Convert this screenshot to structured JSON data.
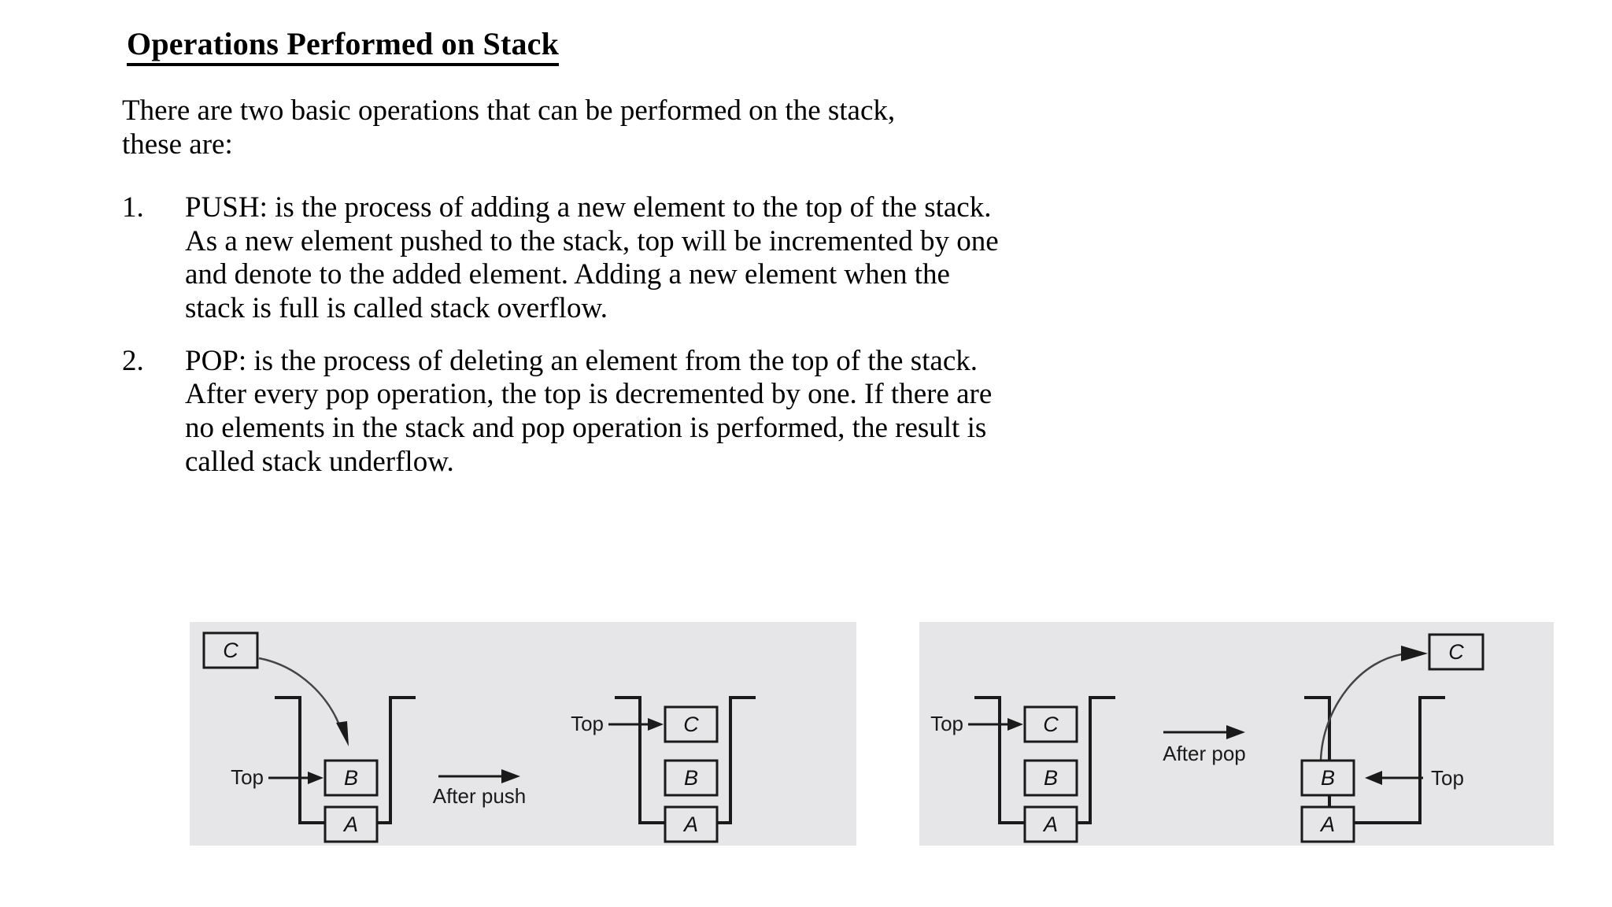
{
  "document": {
    "title": "Operations Performed on Stack",
    "intro_lines": [
      "There are two basic operations that can be performed on the stack,",
      "these are:"
    ],
    "operations": [
      {
        "marker": "1.",
        "lines": [
          " PUSH: is the process of adding a new element to the top of the stack.",
          "As a new element pushed to the stack, top will be incremented by one",
          "and denote to the added element. Adding a new element when the",
          "stack is full is called stack overflow."
        ]
      },
      {
        "marker": "2.",
        "lines": [
          "POP: is the process of deleting an element from the top of the stack.",
          "After every pop operation, the top is decremented by one. If there are",
          "no elements in the stack and pop operation is performed, the result is",
          "called stack underflow."
        ]
      }
    ]
  },
  "figures": {
    "background_color": "#e6e6e8",
    "stroke_color": "#1a1a1a",
    "push": {
      "name": "push-operation-figure",
      "transition_label": "After push",
      "floating_element": "C",
      "before": {
        "pointer_label": "Top",
        "pointer_target": "B",
        "cells": [
          "B",
          "A"
        ]
      },
      "after": {
        "pointer_label": "Top",
        "pointer_target": "C",
        "cells": [
          "C",
          "B",
          "A"
        ]
      }
    },
    "pop": {
      "name": "pop-operation-figure",
      "transition_label": "After pop",
      "floating_element": "C",
      "before": {
        "pointer_label": "Top",
        "pointer_target": "C",
        "cells": [
          "C",
          "B",
          "A"
        ]
      },
      "after": {
        "pointer_label": "Top",
        "pointer_target": "B",
        "cells": [
          "B",
          "A"
        ]
      }
    }
  }
}
